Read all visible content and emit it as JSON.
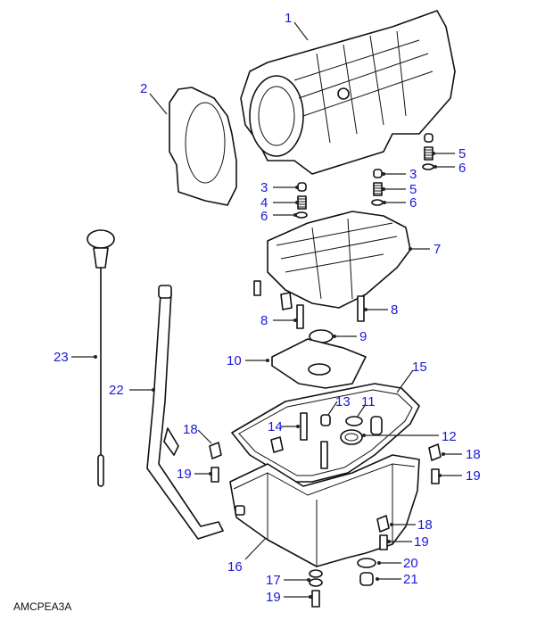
{
  "diagram": {
    "title": "Automatic transmission case, valve body and oil pan exploded view",
    "code": "AMCPEA3A",
    "label_color": "#1a1ad6",
    "parts": [
      {
        "id": "1",
        "name": "transmission-case"
      },
      {
        "id": "2",
        "name": "gasket-plate"
      },
      {
        "id": "3",
        "name": "valve-cap"
      },
      {
        "id": "4",
        "name": "spring"
      },
      {
        "id": "5",
        "name": "spring"
      },
      {
        "id": "6",
        "name": "retainer-clip"
      },
      {
        "id": "7",
        "name": "valve-body"
      },
      {
        "id": "8",
        "name": "bolt"
      },
      {
        "id": "9",
        "name": "o-ring"
      },
      {
        "id": "10",
        "name": "filter"
      },
      {
        "id": "11",
        "name": "o-ring"
      },
      {
        "id": "12",
        "name": "seal"
      },
      {
        "id": "13",
        "name": "spacer"
      },
      {
        "id": "14",
        "name": "bolt"
      },
      {
        "id": "15",
        "name": "pan-gasket"
      },
      {
        "id": "16",
        "name": "oil-pan"
      },
      {
        "id": "17",
        "name": "magnet-washer"
      },
      {
        "id": "18",
        "name": "clamp-bracket"
      },
      {
        "id": "19",
        "name": "bolt"
      },
      {
        "id": "20",
        "name": "seal-ring"
      },
      {
        "id": "21",
        "name": "drain-plug"
      },
      {
        "id": "22",
        "name": "filler-tube"
      },
      {
        "id": "23",
        "name": "dipstick"
      }
    ],
    "callouts": [
      {
        "text": "1"
      },
      {
        "text": "2"
      },
      {
        "text": "5"
      },
      {
        "text": "6"
      },
      {
        "text": "3"
      },
      {
        "text": "5"
      },
      {
        "text": "6"
      },
      {
        "text": "3"
      },
      {
        "text": "4"
      },
      {
        "text": "6"
      },
      {
        "text": "7"
      },
      {
        "text": "8"
      },
      {
        "text": "8"
      },
      {
        "text": "9"
      },
      {
        "text": "10"
      },
      {
        "text": "15"
      },
      {
        "text": "13"
      },
      {
        "text": "11"
      },
      {
        "text": "14"
      },
      {
        "text": "12"
      },
      {
        "text": "23"
      },
      {
        "text": "22"
      },
      {
        "text": "18"
      },
      {
        "text": "18"
      },
      {
        "text": "19"
      },
      {
        "text": "19"
      },
      {
        "text": "18"
      },
      {
        "text": "19"
      },
      {
        "text": "20"
      },
      {
        "text": "16"
      },
      {
        "text": "17"
      },
      {
        "text": "21"
      },
      {
        "text": "19"
      }
    ]
  }
}
